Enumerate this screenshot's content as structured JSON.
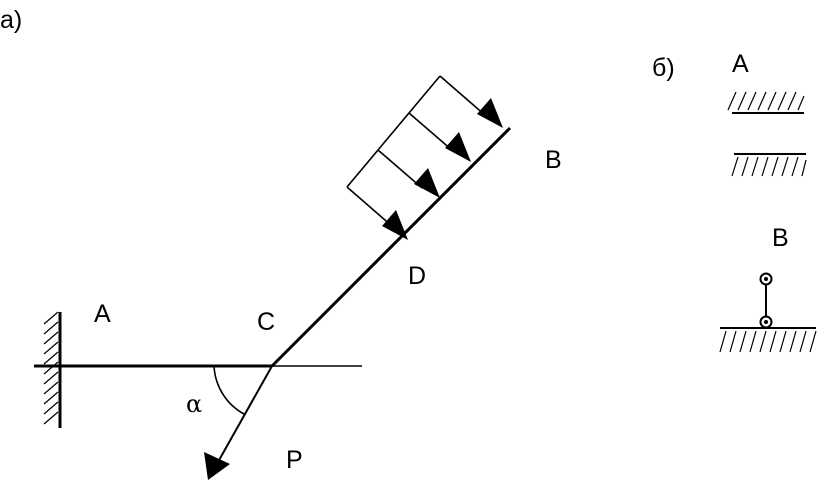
{
  "panel_a": {
    "tag": "а)",
    "labels": {
      "A": "A",
      "B": "B",
      "C": "C",
      "D": "D",
      "P": "P",
      "alpha": "α"
    }
  },
  "panel_b": {
    "tag": "б)",
    "labels": {
      "A": "A",
      "B": "B"
    }
  }
}
